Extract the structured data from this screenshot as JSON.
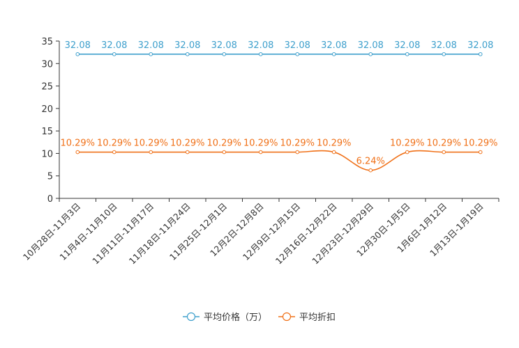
{
  "chart_data": {
    "type": "line",
    "categories": [
      "10月28日-11月3日",
      "11月4日-11月10日",
      "11月11日-11月17日",
      "11月18日-11月24日",
      "11月25日-12月1日",
      "12月2日-12月8日",
      "12月9日-12月15日",
      "12月16日-12月22日",
      "12月23日-12月29日",
      "12月30日-1月5日",
      "1月6日-1月12日",
      "1月13日-1月19日"
    ],
    "y_ticks": [
      "0",
      "5",
      "10",
      "15",
      "20",
      "25",
      "30",
      "35"
    ],
    "ylim": [
      0,
      35
    ],
    "grid": false,
    "legend_position": "bottom-center",
    "series": [
      {
        "name": "平均价格（万）",
        "color": "#3d9fcc",
        "values": [
          32.08,
          32.08,
          32.08,
          32.08,
          32.08,
          32.08,
          32.08,
          32.08,
          32.08,
          32.08,
          32.08,
          32.08
        ],
        "labels": [
          "32.08",
          "32.08",
          "32.08",
          "32.08",
          "32.08",
          "32.08",
          "32.08",
          "32.08",
          "32.08",
          "32.08",
          "32.08",
          "32.08"
        ]
      },
      {
        "name": "平均折扣",
        "color": "#f07017",
        "values": [
          10.29,
          10.29,
          10.29,
          10.29,
          10.29,
          10.29,
          10.29,
          10.29,
          6.24,
          10.29,
          10.29,
          10.29
        ],
        "labels": [
          "10.29%",
          "10.29%",
          "10.29%",
          "10.29%",
          "10.29%",
          "10.29%",
          "10.29%",
          "10.29%",
          "6.24%",
          "10.29%",
          "10.29%",
          "10.29%"
        ]
      }
    ]
  }
}
